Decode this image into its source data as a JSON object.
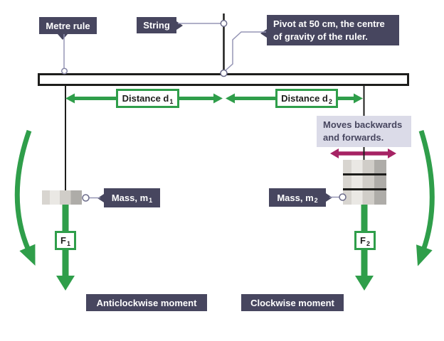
{
  "diagram": {
    "metre_rule_label": "Metre rule",
    "string_label": "String",
    "pivot_label_line1": "Pivot at 50 cm, the centre",
    "pivot_label_line2": "of gravity of the ruler.",
    "distance1": {
      "base": "Distance d",
      "sub": "1"
    },
    "distance2": {
      "base": "Distance d",
      "sub": "2"
    },
    "mass1": {
      "base": "Mass, m",
      "sub": "1"
    },
    "mass2": {
      "base": "Mass, m",
      "sub": "2"
    },
    "force1": {
      "base": "F",
      "sub": "1"
    },
    "force2": {
      "base": "F",
      "sub": "2"
    },
    "moves_label_line1": "Moves backwards",
    "moves_label_line2": "and forwards.",
    "anticlockwise_label": "Anticlockwise moment",
    "clockwise_label": "Clockwise moment"
  },
  "colors": {
    "navy_label_bg": "#47465f",
    "green_arrow": "#2f9e4a",
    "magenta_arrow": "#a62364",
    "lavender_note_bg": "#dbdbe8",
    "connector_line": "#9595b5",
    "line_black": "#1d1d1b",
    "mass_grays": [
      "#d8d5d0",
      "#eae8e4",
      "#d0cdc8",
      "#aeaca8"
    ]
  }
}
